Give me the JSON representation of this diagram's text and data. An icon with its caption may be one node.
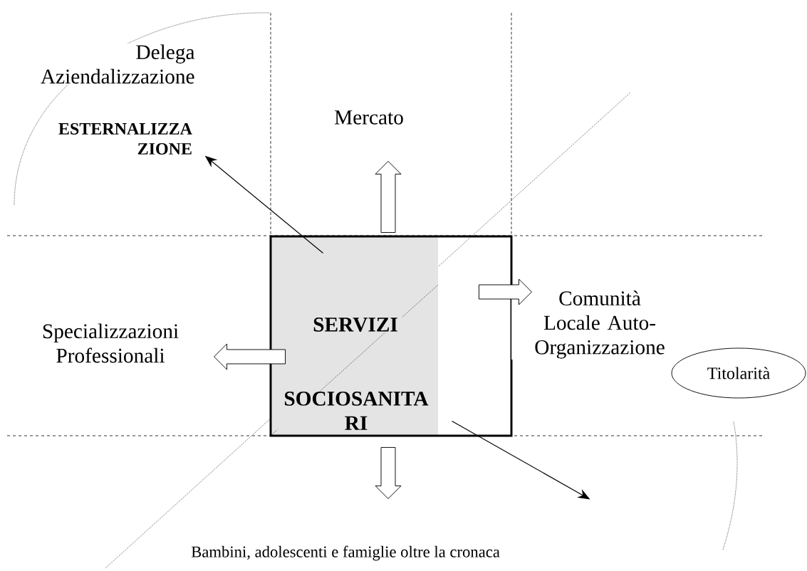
{
  "diagram": {
    "caption": "Bambini, adolescenti e famiglie oltre la cronaca",
    "nodes": [
      {
        "text": [
          "SERVIZI",
          "SOCIOSANITA RI"
        ]
      },
      {
        "text": [
          "ESTERNALIZZA ZIONE"
        ]
      },
      {
        "text": [
          "Mercato"
        ]
      },
      {
        "text": [
          "Specializzazioni Professionali"
        ]
      },
      {
        "text": [
          "Comunità Locale Auto-Organizzazione"
        ]
      },
      {
        "text": [
          "Titolarità"
        ]
      }
    ],
    "edges": [
      {
        "from": 0,
        "to": 1,
        "arrow": "to"
      },
      {
        "from": 0,
        "to": 2,
        "arrow": "to",
        "style": "thick"
      },
      {
        "from": 0,
        "to": 4,
        "arrow": "to",
        "style": "thick"
      },
      {
        "from": 0,
        "to": 3,
        "arrow": "to",
        "style": "thick"
      },
      {
        "from": 0,
        "to": null,
        "arrow": "to",
        "style": "thick"
      },
      {
        "from": 0,
        "to": null,
        "arrow": "to"
      }
    ],
    "labels": [
      "Delega Aziendalizzazione"
    ]
  }
}
